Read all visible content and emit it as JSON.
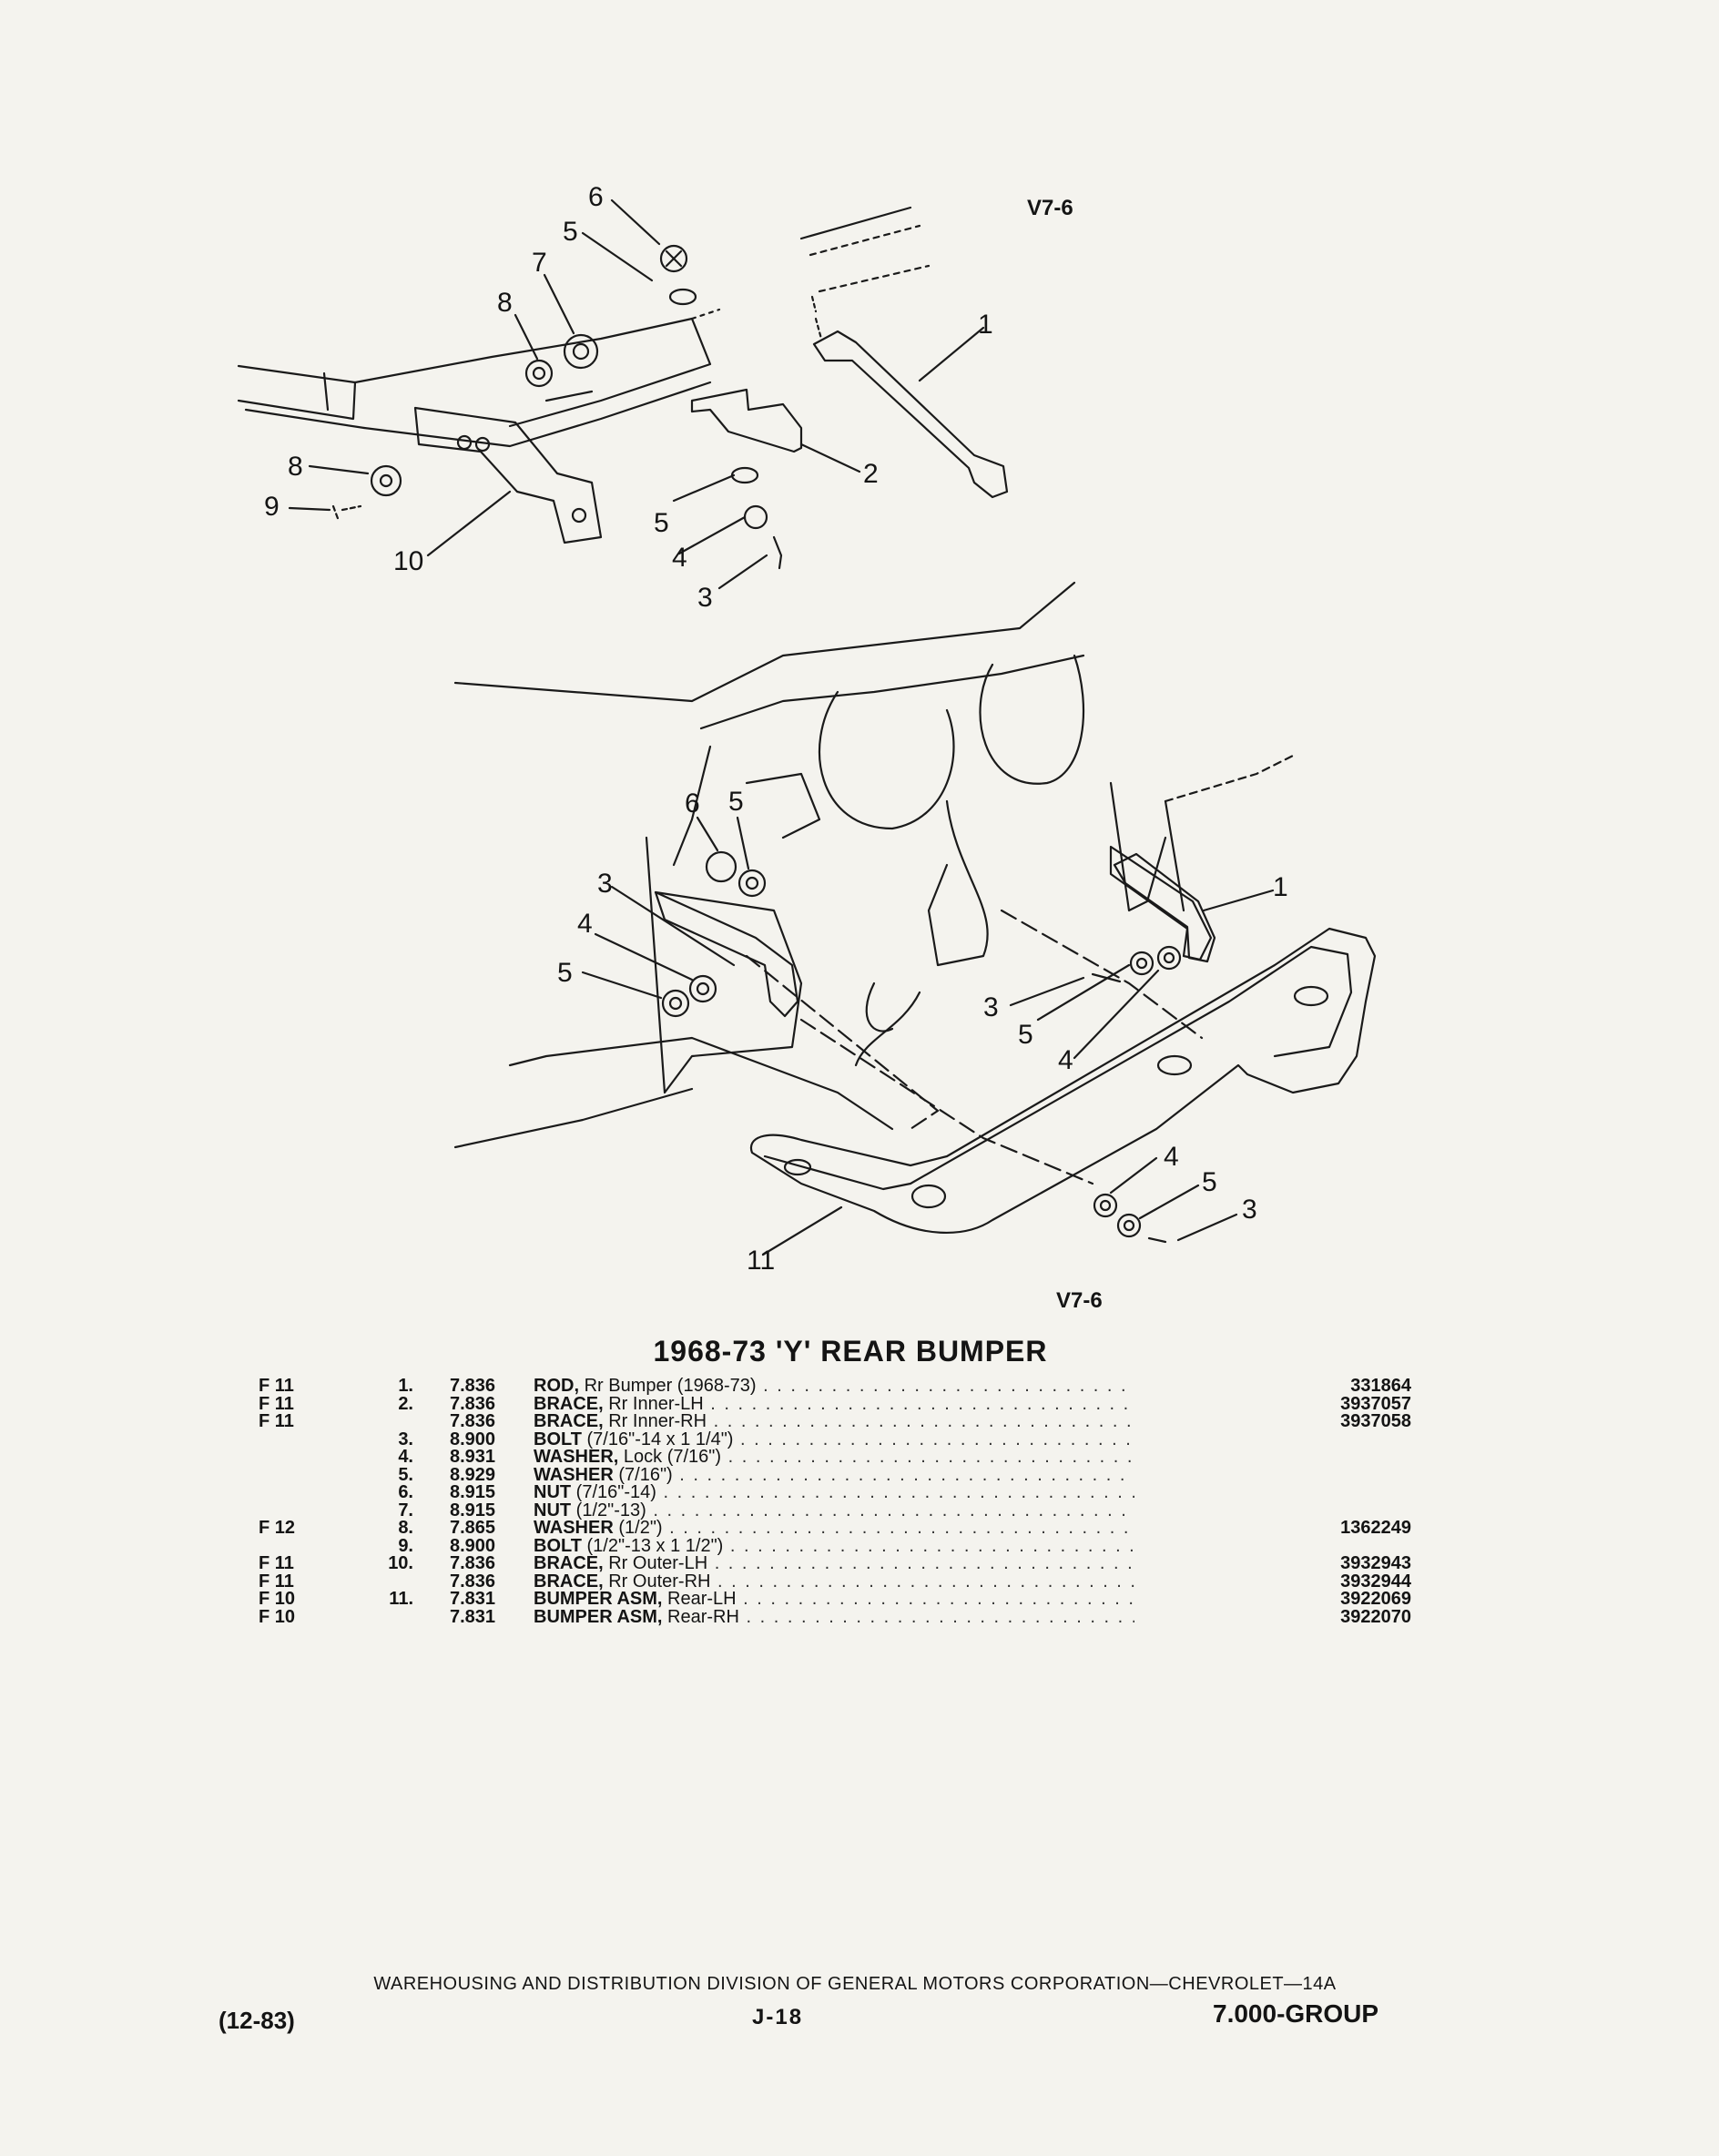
{
  "diagram": {
    "code_top": "V7-6",
    "code_bottom": "V7-6",
    "callouts_upper": [
      "6",
      "5",
      "7",
      "8",
      "1",
      "2",
      "8",
      "9",
      "10",
      "5",
      "4",
      "3"
    ],
    "callouts_lower": [
      "6",
      "5",
      "3",
      "4",
      "5",
      "1",
      "3",
      "5",
      "4",
      "4",
      "5",
      "3",
      "11"
    ]
  },
  "title": "1968-73 'Y' REAR BUMPER",
  "parts": [
    {
      "group": "F 11",
      "num": "1.",
      "code": "7.836",
      "name": "ROD,",
      "desc": "Rr Bumper (1968-73)",
      "part": "331864"
    },
    {
      "group": "F 11",
      "num": "2.",
      "code": "7.836",
      "name": "BRACE,",
      "desc": "Rr Inner-LH",
      "part": "3937057"
    },
    {
      "group": "F 11",
      "num": "",
      "code": "7.836",
      "name": "BRACE,",
      "desc": "Rr Inner-RH",
      "part": "3937058"
    },
    {
      "group": "",
      "num": "3.",
      "code": "8.900",
      "name": "BOLT",
      "desc": "(7/16\"-14 x 1 1/4\")",
      "part": ""
    },
    {
      "group": "",
      "num": "4.",
      "code": "8.931",
      "name": "WASHER,",
      "desc": "Lock (7/16\")",
      "part": ""
    },
    {
      "group": "",
      "num": "5.",
      "code": "8.929",
      "name": "WASHER",
      "desc": "(7/16\")",
      "part": ""
    },
    {
      "group": "",
      "num": "6.",
      "code": "8.915",
      "name": "NUT",
      "desc": "(7/16\"-14)",
      "part": ""
    },
    {
      "group": "",
      "num": "7.",
      "code": "8.915",
      "name": "NUT",
      "desc": "(1/2\"-13)",
      "part": ""
    },
    {
      "group": "F 12",
      "num": "8.",
      "code": "7.865",
      "name": "WASHER",
      "desc": "(1/2\")",
      "part": "1362249"
    },
    {
      "group": "",
      "num": "9.",
      "code": "8.900",
      "name": "BOLT",
      "desc": "(1/2\"-13 x 1 1/2\")",
      "part": ""
    },
    {
      "group": "F 11",
      "num": "10.",
      "code": "7.836",
      "name": "BRACE,",
      "desc": "Rr Outer-LH",
      "part": "3932943"
    },
    {
      "group": "F 11",
      "num": "",
      "code": "7.836",
      "name": "BRACE,",
      "desc": "Rr Outer-RH",
      "part": "3932944"
    },
    {
      "group": "F 10",
      "num": "11.",
      "code": "7.831",
      "name": "BUMPER ASM,",
      "desc": "Rear-LH",
      "part": "3922069"
    },
    {
      "group": "F 10",
      "num": "",
      "code": "7.831",
      "name": "BUMPER ASM,",
      "desc": "Rear-RH",
      "part": "3922070"
    }
  ],
  "footer": {
    "division": "WAREHOUSING AND DISTRIBUTION DIVISION OF GENERAL MOTORS CORPORATION—CHEVROLET—14A",
    "date": "(12-83)",
    "page": "J-18",
    "group": "7.000-GROUP"
  }
}
